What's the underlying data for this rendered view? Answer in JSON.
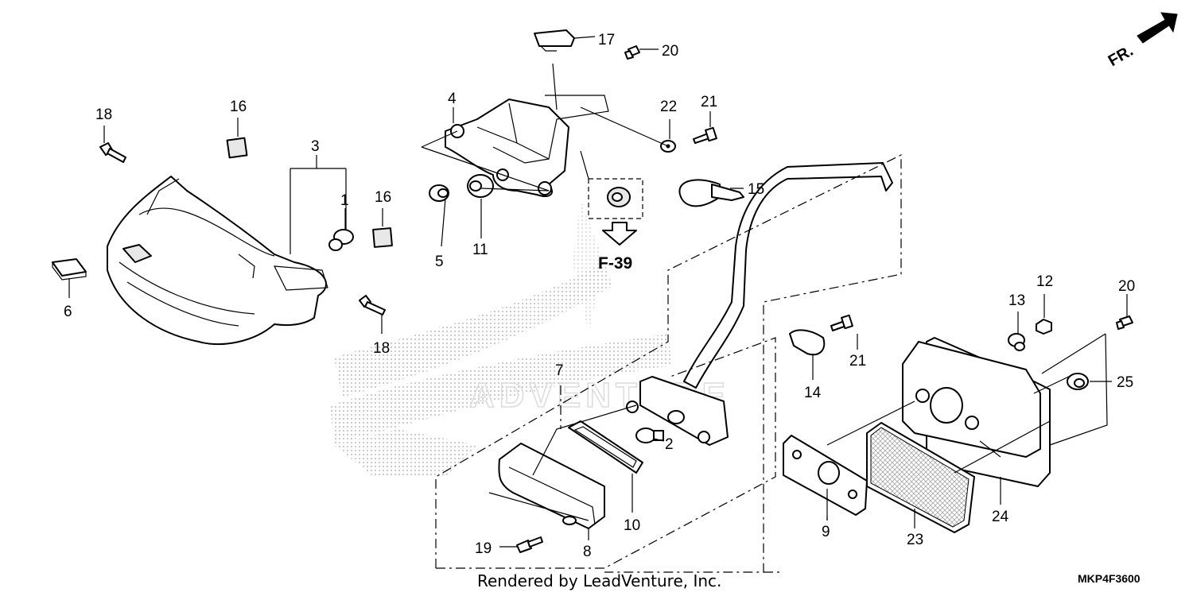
{
  "callouts": {
    "c1": "1",
    "c2": "2",
    "c3": "3",
    "c4": "4",
    "c5": "5",
    "c6": "6",
    "c7": "7",
    "c8": "8",
    "c9": "9",
    "c10": "10",
    "c11": "11",
    "c12": "12",
    "c13": "13",
    "c14": "14",
    "c15": "15",
    "c16a": "16",
    "c16b": "16",
    "c17": "17",
    "c18a": "18",
    "c18b": "18",
    "c19": "19",
    "c20a": "20",
    "c20b": "20",
    "c21a": "21",
    "c21b": "21",
    "c22": "22",
    "c23": "23",
    "c24": "24",
    "c25": "25"
  },
  "reference": "F-39",
  "front_marker": "FR.",
  "footer": "Rendered by LeadVenture, Inc.",
  "diagram_code": "MKP4F3600",
  "watermark_color": "#c8c8c8"
}
